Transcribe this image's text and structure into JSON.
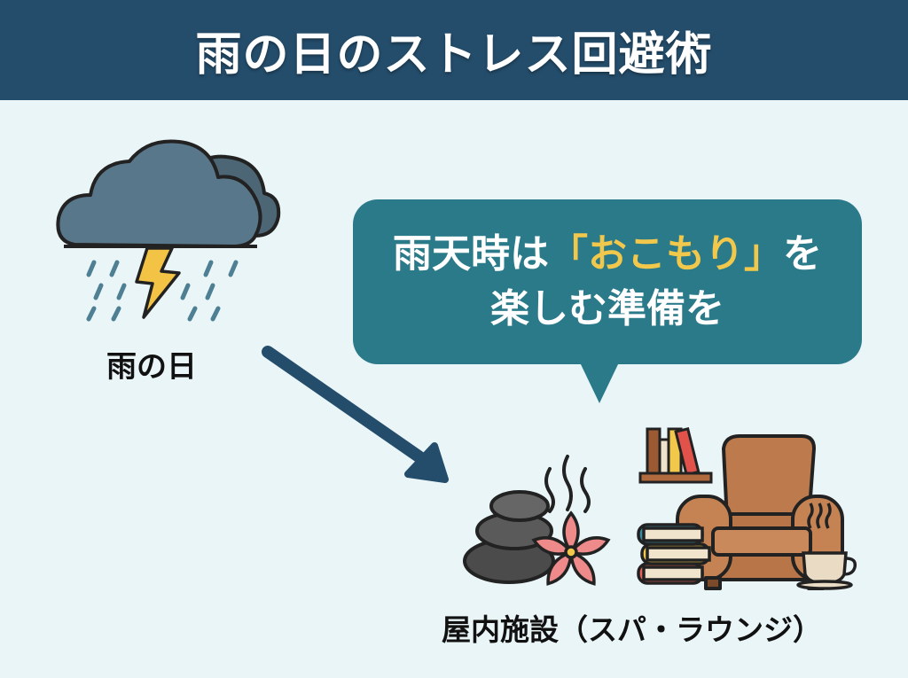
{
  "header": {
    "title": "雨の日のストレス回避術",
    "bg_color": "#244d6b"
  },
  "rainy_day": {
    "icon": "thunder-rain-cloud-icon",
    "label": "雨の日"
  },
  "arrow": {
    "icon": "arrow-down-right-icon",
    "color": "#244d6b"
  },
  "bubble": {
    "line1_prefix": "雨天時は",
    "line1_highlight": "「おこもり」",
    "line1_suffix": "を",
    "line2": "楽しむ準備を",
    "bg_color": "#2a7a8a",
    "highlight_color": "#f1c84b"
  },
  "indoor": {
    "icons": [
      "spa-stones-icon",
      "steam-icon",
      "flower-icon",
      "bookshelf-icon",
      "armchair-icon",
      "book-stack-icon",
      "coffee-cup-icon"
    ],
    "label": "屋内施設（スパ・ラウンジ）"
  }
}
